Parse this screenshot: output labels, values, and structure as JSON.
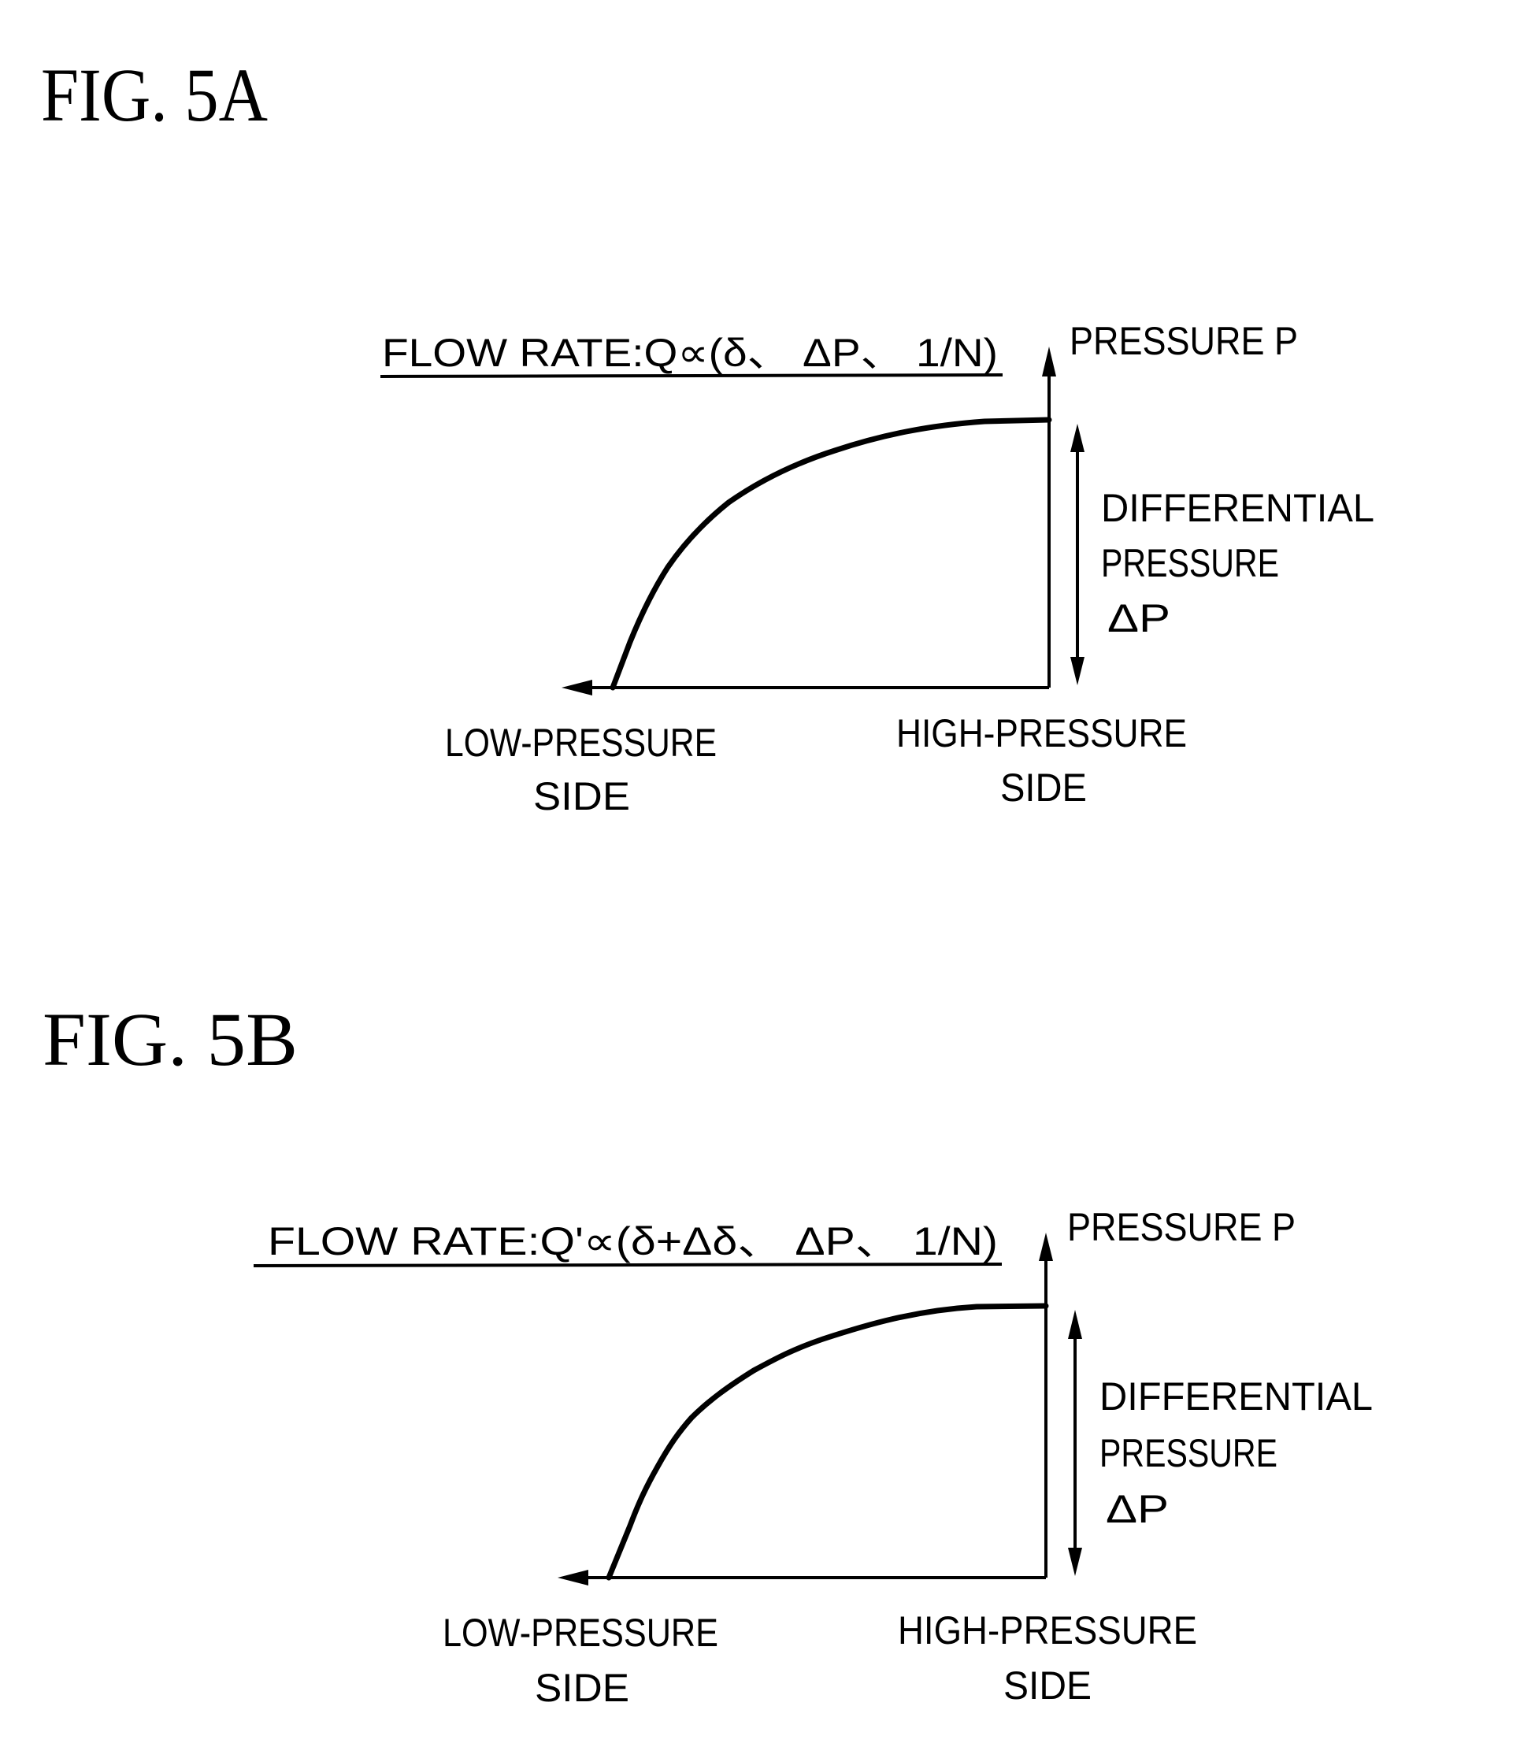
{
  "figures": [
    {
      "title": "FIG. 5A",
      "formula": "FLOW RATE:Q∝(δ、 ΔP、 1/N)",
      "y_axis_label": "PRESSURE P",
      "dp_label": [
        "DIFFERENTIAL",
        "PRESSURE",
        "ΔP"
      ],
      "left_label": [
        "LOW-PRESSURE",
        "SIDE"
      ],
      "right_label": [
        "HIGH-PRESSURE",
        "SIDE"
      ]
    },
    {
      "title": "FIG. 5B",
      "formula": "FLOW RATE:Q'∝(δ+Δδ、 ΔP、 1/N)",
      "y_axis_label": "PRESSURE P",
      "dp_label": [
        "DIFFERENTIAL",
        "PRESSURE",
        "ΔP"
      ],
      "left_label": [
        "LOW-PRESSURE",
        "SIDE"
      ],
      "right_label": [
        "HIGH-PRESSURE",
        "SIDE"
      ]
    }
  ],
  "chart_data": [
    {
      "type": "line",
      "title": "FIG. 5A",
      "annotation": "FLOW RATE:Q∝(δ、 ΔP、 1/N)",
      "xlabel_left": "LOW-PRESSURE SIDE",
      "xlabel_right": "HIGH-PRESSURE SIDE",
      "ylabel": "PRESSURE P",
      "span_label": "DIFFERENTIAL PRESSURE ΔP",
      "description": "Pressure rises steeply from the low-pressure side then flattens toward the high-pressure side",
      "x": [
        0,
        0.04,
        0.1,
        0.15,
        0.2,
        0.28,
        0.37,
        0.52,
        0.68,
        0.85,
        1.0
      ],
      "y": [
        0,
        0.18,
        0.38,
        0.52,
        0.63,
        0.74,
        0.81,
        0.89,
        0.96,
        0.99,
        1.0
      ]
    },
    {
      "type": "line",
      "title": "FIG. 5B",
      "annotation": "FLOW RATE:Q'∝(δ+Δδ、 ΔP、 1/N)",
      "xlabel_left": "LOW-PRESSURE SIDE",
      "xlabel_right": "HIGH-PRESSURE SIDE",
      "ylabel": "PRESSURE P",
      "span_label": "DIFFERENTIAL PRESSURE ΔP",
      "description": "Pressure rises steeply from the low-pressure side then flattens toward the high-pressure side",
      "x": [
        0,
        0.05,
        0.1,
        0.18,
        0.24,
        0.33,
        0.48,
        0.6,
        0.82,
        1.0
      ],
      "y": [
        0,
        0.2,
        0.4,
        0.58,
        0.67,
        0.78,
        0.87,
        0.93,
        0.99,
        1.0
      ]
    }
  ]
}
